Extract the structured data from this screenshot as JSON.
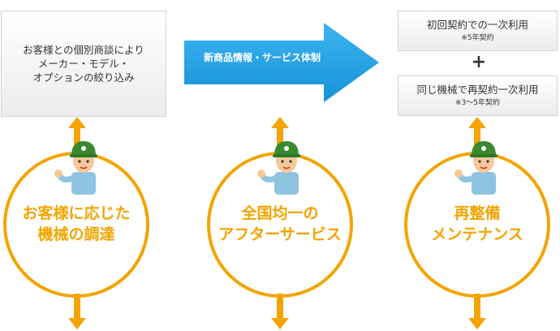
{
  "consult": {
    "lines": [
      "お客様との個別商談により",
      "メーカー・モデル・",
      "オプションの絞り込み"
    ]
  },
  "flow_arrow": {
    "label": "新商品情報・サービス体制",
    "color": "#1aa0e8"
  },
  "plans": {
    "initial": {
      "title": "初回契約での一次利用",
      "note": "※5年契約"
    },
    "plus": "+",
    "reuse": {
      "title": "同じ機械で再契約一次利用",
      "note": "※3～5年契約"
    }
  },
  "circles": [
    {
      "lines": [
        "お客様に応じた",
        "機械の調達"
      ]
    },
    {
      "lines": [
        "全国均一の",
        "アフターサービス"
      ]
    },
    {
      "lines": [
        "再整備",
        "メンテナンス"
      ]
    }
  ],
  "colors": {
    "accent": "#f3a400",
    "arrow": "#1aa0e8",
    "helmet": "#3a8a2e",
    "uniform": "#8ec4e0"
  },
  "icons": [
    "worker-icon",
    "double-arrow-icon"
  ]
}
